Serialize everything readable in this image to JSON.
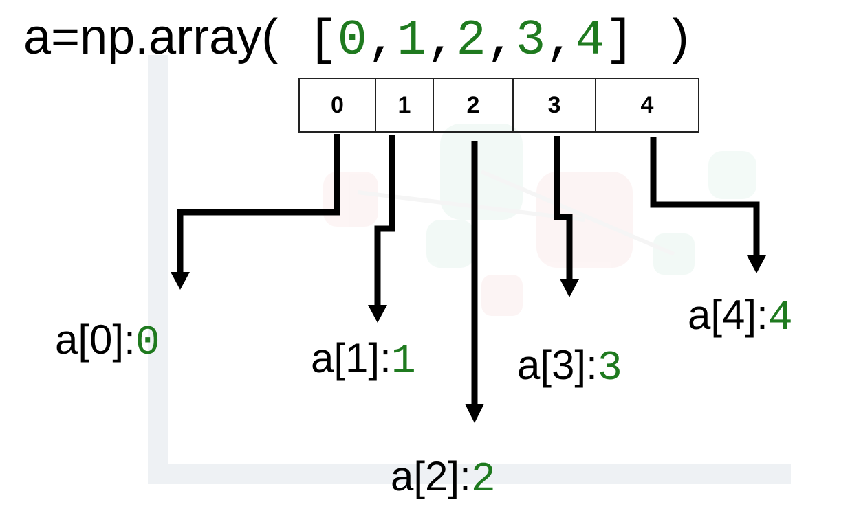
{
  "code": {
    "prefix": "a=np.array(",
    "open": " [",
    "values": [
      "0",
      "1",
      "2",
      "3",
      "4"
    ],
    "sep": ",",
    "close": "] )"
  },
  "cells": [
    "0",
    "1",
    "2",
    "3",
    "4"
  ],
  "labels": [
    {
      "name": "a[0]:",
      "value": "0"
    },
    {
      "name": "a[1]:",
      "value": "1"
    },
    {
      "name": "a[2]:",
      "value": "2"
    },
    {
      "name": "a[3]:",
      "value": "3"
    },
    {
      "name": "a[4]:",
      "value": "4"
    }
  ],
  "colors": {
    "value": "#1f7a1f",
    "line": "#000000"
  }
}
